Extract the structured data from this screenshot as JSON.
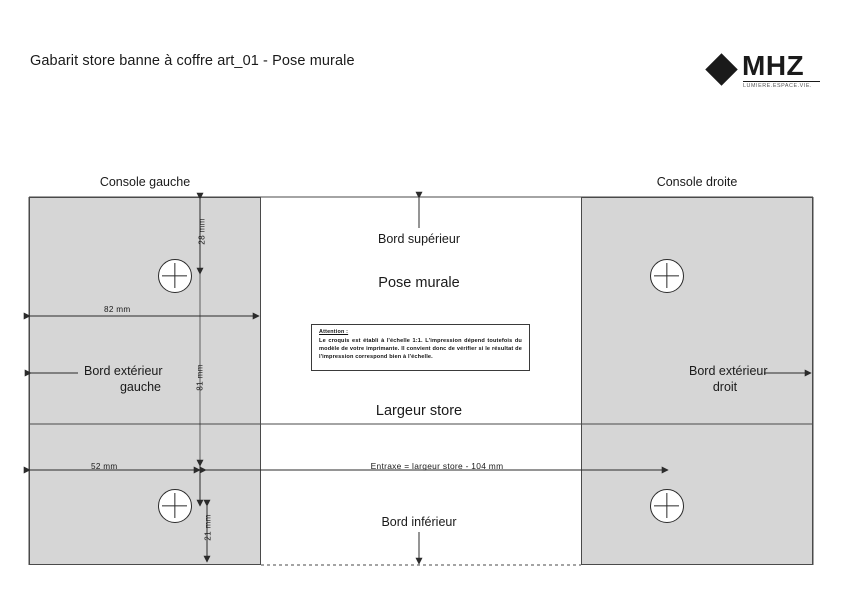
{
  "document": {
    "title": "Gabarit store banne à coffre art_01 - Pose murale"
  },
  "brand": {
    "name": "MHZ",
    "tagline": "LUMIERE.ESPACE.VIE."
  },
  "drawing": {
    "console_left_label": "Console gauche",
    "console_right_label": "Console droite",
    "top_edge_label": "Bord supérieur",
    "bottom_edge_label": "Bord inférieur",
    "mount_type_label": "Pose murale",
    "width_label": "Largeur store",
    "outer_edge_left_label_line1": "Bord extérieur",
    "outer_edge_left_label_line2": "gauche",
    "outer_edge_right_label_line1": "Bord extérieur",
    "outer_edge_right_label_line2": "droit",
    "spacing_formula": "Entraxe = largeur store - 104 mm",
    "dimensions": {
      "top_offset": "28 mm",
      "plate_width": "82 mm",
      "plate_height": "81 mm",
      "lower_hole_offset_x": "52 mm",
      "bottom_offset": "21 mm"
    }
  },
  "note": {
    "title": "Attention :",
    "body": "Le croquis est établi à l'échelle 1:1. L'impression dépend toutefois du modèle de votre imprimante. Il convient donc de vérifier si le résultat de l'impression correspond bien à l'échelle."
  },
  "colors": {
    "plate_fill": "#d6d6d6",
    "line": "#4a4a4a",
    "text": "#1a1a1a"
  }
}
